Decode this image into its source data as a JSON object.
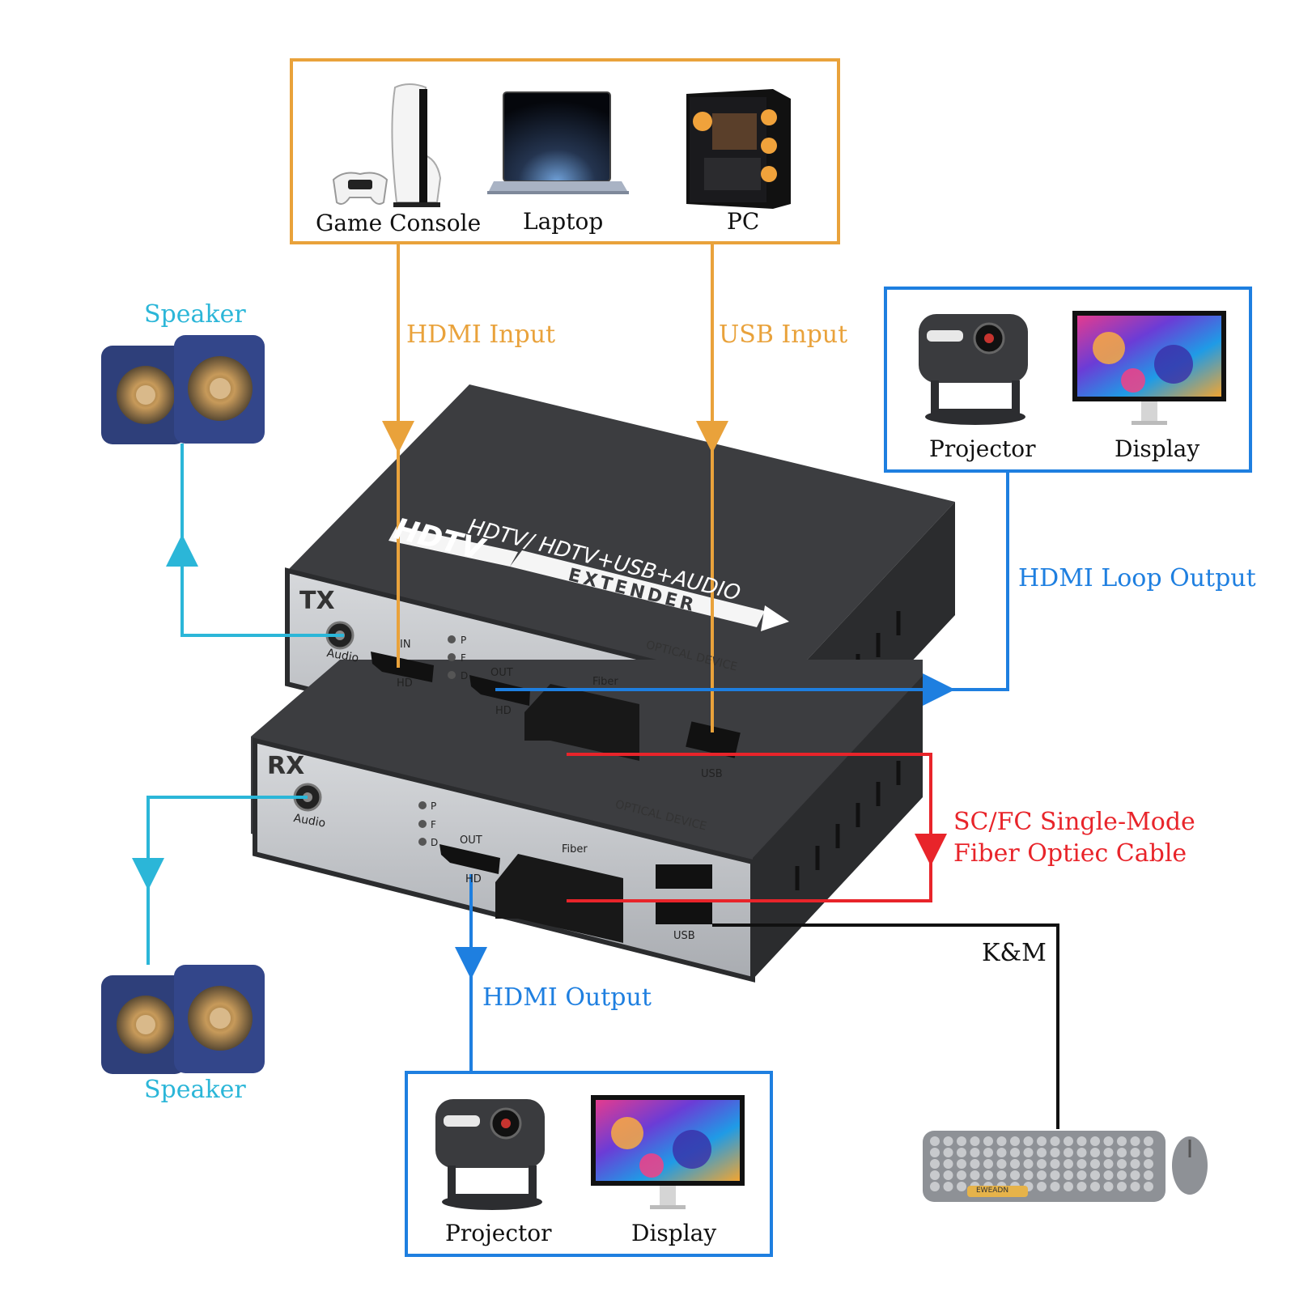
{
  "source_box": {
    "devices": [
      {
        "label": "Game Console",
        "icon": "game-console-icon"
      },
      {
        "label": "Laptop",
        "icon": "laptop-icon"
      },
      {
        "label": "PC",
        "icon": "pc-tower-icon"
      }
    ]
  },
  "loop_box": {
    "devices": [
      {
        "label": "Projector",
        "icon": "projector-icon"
      },
      {
        "label": "Display",
        "icon": "display-icon"
      }
    ]
  },
  "output_box": {
    "devices": [
      {
        "label": "Projector",
        "icon": "projector-icon"
      },
      {
        "label": "Display",
        "icon": "display-icon"
      }
    ]
  },
  "speakers": {
    "top_label": "Speaker",
    "bottom_label": "Speaker"
  },
  "flows": {
    "hdmi_input": "HDMI Input",
    "usb_input": "USB Input",
    "hdmi_loop_output": "HDMI Loop Output",
    "fiber_cable_line1": "SC/FC Single-Mode",
    "fiber_cable_line2": "Fiber Optiec Cable",
    "km": "K&M",
    "hdmi_output": "HDMI Output"
  },
  "tx_unit": {
    "tag": "TX",
    "top_line1": "HDTV/ HDTV+USB+AUDIO",
    "logo": "HDTV",
    "arrow_text": "EXTENDER",
    "brand": "OPTICAL DEVICE",
    "ports": {
      "audio": "Audio",
      "hd_in": "IN",
      "hd": "HD",
      "out": "OUT",
      "hd2": "HD",
      "fiber": "Fiber",
      "usb": "USB"
    },
    "leds": [
      "P",
      "F",
      "D"
    ]
  },
  "rx_unit": {
    "tag": "RX",
    "brand": "OPTICAL DEVICE",
    "ports": {
      "audio": "Audio",
      "out": "OUT",
      "hd": "HD",
      "fiber": "Fiber",
      "usb": "USB"
    },
    "leds": [
      "P",
      "F",
      "D"
    ]
  },
  "keyboard": {
    "brand": "EWEADN"
  },
  "colors": {
    "orange": "#e9a23b",
    "blue": "#1e7fe0",
    "cyan": "#2bb6d8",
    "red": "#e8242a",
    "black": "#111111",
    "device_body": "#3a3b3e",
    "device_face": "#b9bcc1",
    "speaker_blue": "#2e3f7a"
  }
}
